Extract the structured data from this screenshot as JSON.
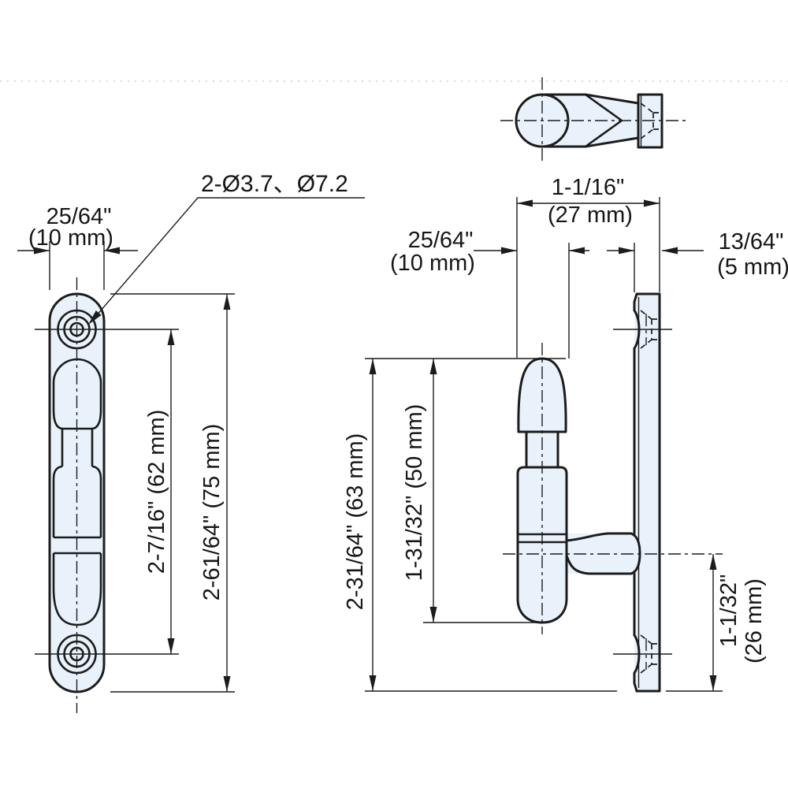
{
  "callout_label": "2-Ø3.7、Ø7.2",
  "front_view": {
    "width_in": "25/64\"",
    "width_mm": "(10 mm)",
    "hole_pitch": "2-7/16\" (62 mm)",
    "overall_height": "2-61/64\" (75 mm)"
  },
  "side_view": {
    "overall_depth_in": "1-1/16\"",
    "overall_depth_mm": "(27 mm)",
    "pin_dia_in": "25/64\"",
    "pin_dia_mm": "(10 mm)",
    "plate_thickness_in": "13/64\"",
    "plate_thickness_mm": "(5 mm)",
    "overall_height": "2-31/64\" (63 mm)",
    "pin_length": "1-31/32\" (50 mm)",
    "pin_center_to_bottom_in": "1-1/32\"",
    "pin_center_to_bottom_mm": "(26 mm)"
  },
  "colors": {
    "line": "#1c1c1c",
    "part_fill": "#e9f2fb",
    "page_rule": "#c8ccd0"
  }
}
